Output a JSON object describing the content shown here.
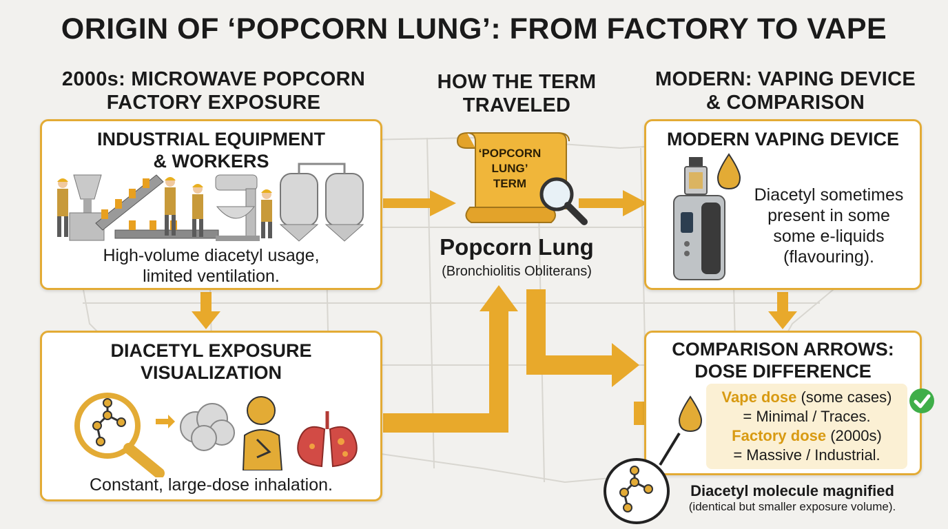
{
  "title": "ORIGIN OF ‘POPCORN LUNG’: FROM FACTORY TO VAPE",
  "columns": {
    "left": {
      "line1": "2000s: MICROWAVE POPCORN",
      "line2": "FACTORY EXPOSURE"
    },
    "middle": {
      "line1": "HOW THE TERM",
      "line2": "TRAVELED"
    },
    "right": {
      "line1": "MODERN: VAPING DEVICE",
      "line2": "& COMPARISON"
    }
  },
  "factory_panel": {
    "title_line1": "INDUSTRIAL EQUIPMENT",
    "title_line2": "& WORKERS",
    "text_line1": "High-volume diacetyl usage,",
    "text_line2": "limited ventilation."
  },
  "exposure_panel": {
    "title_line1": "DIACETYL EXPOSURE",
    "title_line2": "VISUALIZATION",
    "text": "Constant, large-dose inhalation."
  },
  "term": {
    "scroll_line1": "‘POPCORN",
    "scroll_line2": "LUNG’",
    "scroll_line3": "TERM",
    "name": "Popcorn Lung",
    "medical": "(Bronchiolitis Obliterans)"
  },
  "vape_panel": {
    "title": "MODERN VAPING DEVICE",
    "text_line1": "Diacetyl sometimes",
    "text_line2": "present in some",
    "text_line3": "some e-liquids",
    "text_line4": "(flavouring)."
  },
  "comparison_panel": {
    "title_line1": "COMPARISON ARROWS:",
    "title_line2": "DOSE DIFFERENCE",
    "vape_label": "Vape dose",
    "vape_note": "(some cases)",
    "vape_value": "= Minimal / Traces.",
    "factory_label": "Factory dose",
    "factory_note": "(2000s)",
    "factory_value": "= Massive / Industrial."
  },
  "molecule_caption": {
    "line1": "Diacetyl molecule magnified",
    "line2": "(identical but smaller exposure volume)."
  },
  "icons": [
    "factory-workers-icon",
    "conveyor-icon",
    "mixer-icon",
    "steel-tank-icon",
    "magnifier-molecule-icon",
    "vapor-cloud-icon",
    "inhaling-person-icon",
    "damaged-lungs-icon",
    "scroll-icon",
    "magnifier-icon",
    "vape-mod-icon",
    "e-liquid-drop-icon",
    "check-icon",
    "molecule-icon"
  ],
  "colors": {
    "accent": "#e3ab35",
    "arrow": "#e8a92b",
    "check": "#3fae49",
    "lungs": "#d24b45"
  }
}
